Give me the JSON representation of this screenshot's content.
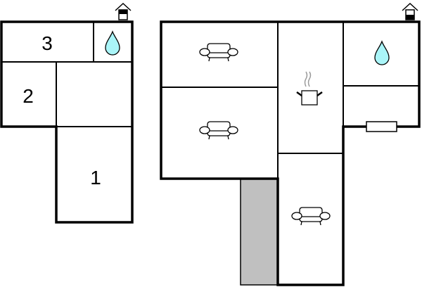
{
  "floorplans": [
    {
      "name": "plan-left",
      "entrance_icon": "house-entrance-icon",
      "rooms": [
        {
          "id": "room-3",
          "label": "3"
        },
        {
          "id": "bathroom-left",
          "icon": "water-drop-icon"
        },
        {
          "id": "room-2",
          "label": "2"
        },
        {
          "id": "hall-left"
        },
        {
          "id": "room-1",
          "label": "1"
        }
      ]
    },
    {
      "name": "plan-right",
      "entrance_icon": "house-entrance-icon",
      "rooms": [
        {
          "id": "living-room-top",
          "icon": "sofa-icon"
        },
        {
          "id": "living-room-bottom",
          "icon": "sofa-icon"
        },
        {
          "id": "kitchen",
          "icon": "cooking-pot-icon"
        },
        {
          "id": "bathroom-right",
          "icon": "water-drop-icon"
        },
        {
          "id": "hall-right",
          "icon": "window-icon"
        },
        {
          "id": "living-room-lower",
          "icon": "sofa-icon"
        },
        {
          "id": "terrace",
          "fill": "#c0c0c0"
        }
      ]
    }
  ],
  "colors": {
    "wall": "#000000",
    "water": "#aaf5f8",
    "terrace": "#c0c0c0",
    "steam": "#999999"
  }
}
